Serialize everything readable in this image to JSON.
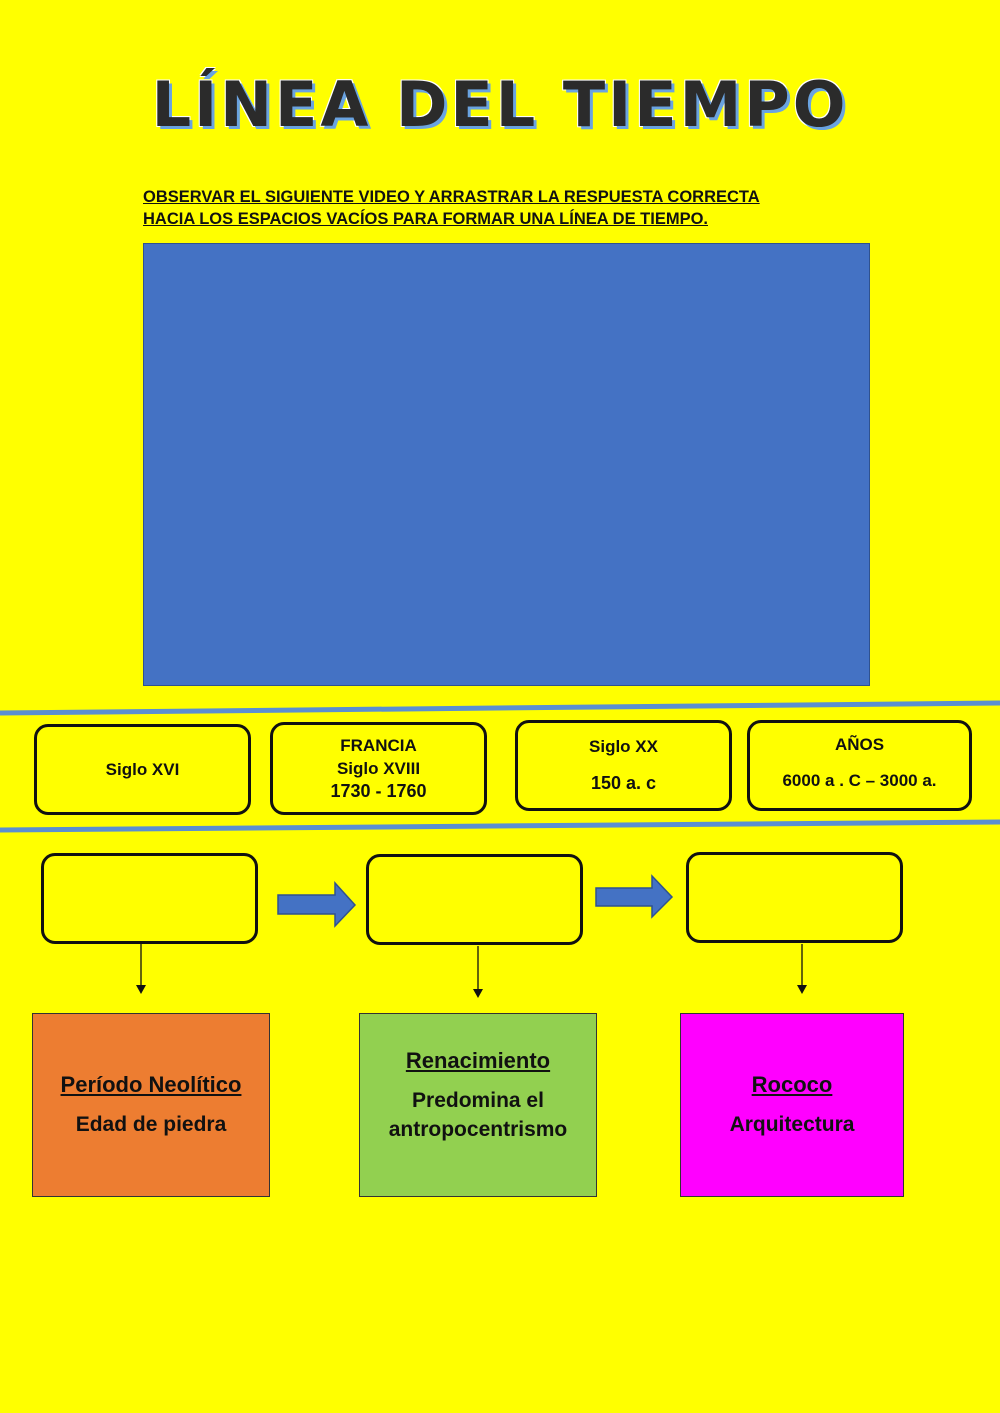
{
  "title": "LÍNEA DEL TIEMPO",
  "instructions": {
    "line1": "OBSERVAR EL SIGUIENTE VIDEO Y ARRASTRAR LA RESPUESTA CORRECTA",
    "line2": "HACIA LOS ESPACIOS VACÍOS PARA FORMAR UNA LÍNEA DE TIEMPO."
  },
  "options": [
    {
      "line1": "Siglo XVI"
    },
    {
      "line1": "FRANCIA",
      "line2": "Siglo XVIII",
      "line3": "1730 - 1760"
    },
    {
      "line1": "Siglo XX",
      "line2": "150  a. c"
    },
    {
      "line1": "AÑOS",
      "line2": "6000 a . C – 3000 a."
    }
  ],
  "cards": [
    {
      "heading": "Período Neolítico",
      "desc": "Edad de piedra",
      "color": "#ED7D31"
    },
    {
      "heading": "Renacimiento",
      "desc": "Predomina el antropocentrismo",
      "color": "#92D050"
    },
    {
      "heading": "Rococo",
      "desc": "Arquitectura",
      "color": "#FF00FF"
    }
  ],
  "colors": {
    "background": "#FFFF00",
    "video": "#4472C4",
    "band_lines": "#5B8FD0",
    "arrows": "#4472C4"
  },
  "icons": [
    "right-arrow-icon",
    "down-arrow-icon"
  ]
}
